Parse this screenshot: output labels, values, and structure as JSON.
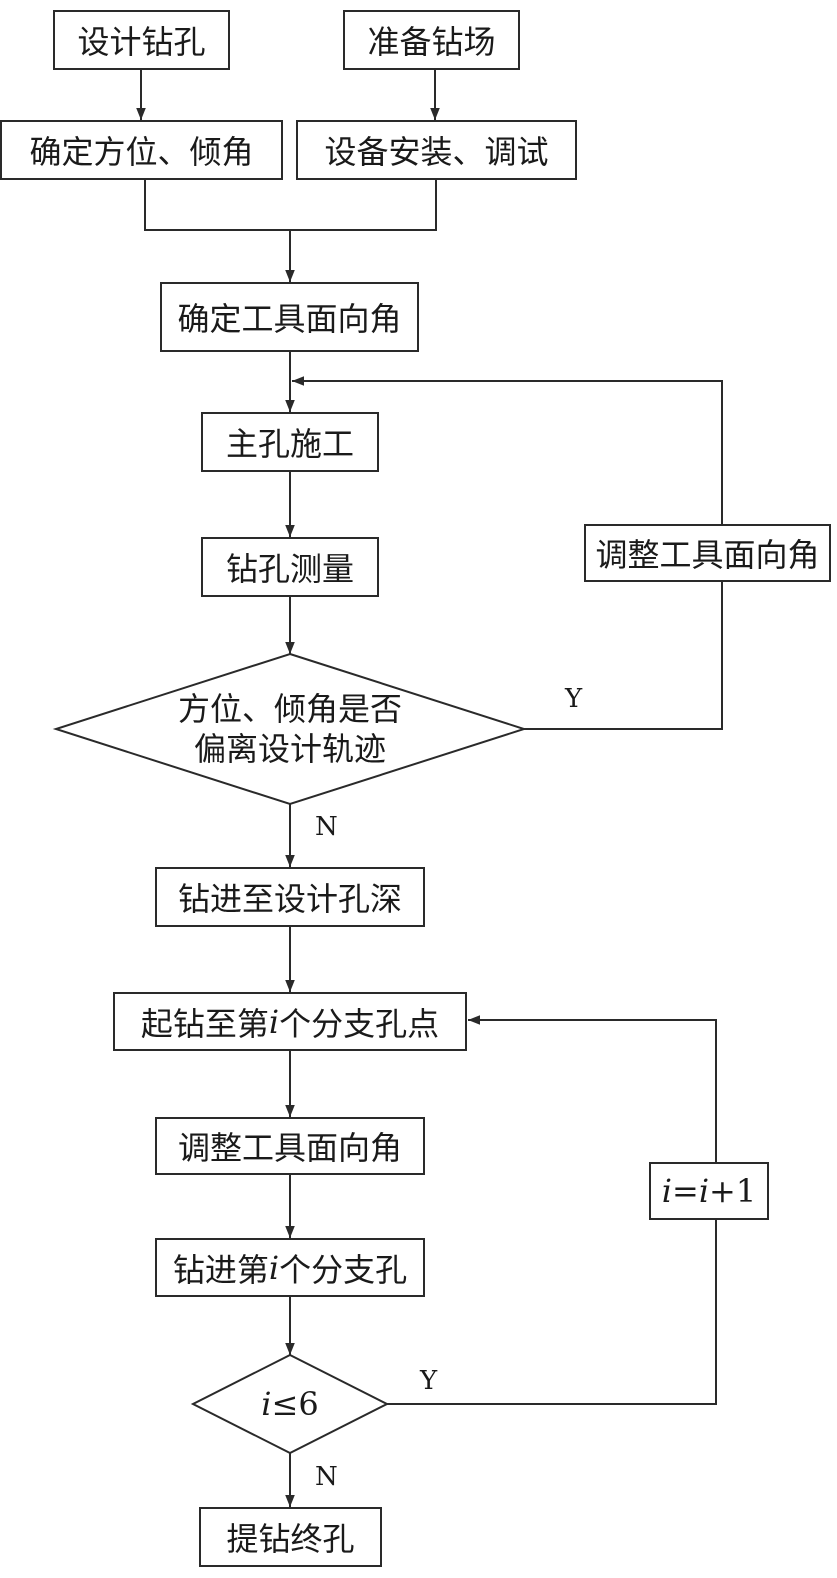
{
  "nodes": {
    "design_hole": "设计钻孔",
    "prepare_site": "准备钻场",
    "fix_azimuth": "确定方位、倾角",
    "install_equipment": "设备安装、调试",
    "fix_toolface": "确定工具面向角",
    "main_hole": "主孔施工",
    "survey": "钻孔测量",
    "decision1_line1": "方位、倾角是否",
    "decision1_line2": "偏离设计轨迹",
    "adjust_toolface_loop": "调整工具面向角",
    "drill_to_depth": "钻进至设计孔深",
    "kickoff_prefix": "起钻至第",
    "kickoff_var": "i",
    "kickoff_suffix": "个分支孔点",
    "adjust_toolface": "调整工具面向角",
    "drill_branch_prefix": "钻进第",
    "drill_branch_var": "i",
    "drill_branch_suffix": "个分支孔",
    "increment_var1": "i",
    "increment_mid": "=",
    "increment_var2": "i",
    "increment_suffix": "+1",
    "decision2_var": "i",
    "decision2_rest": "≤6",
    "finish": "提钻终孔"
  },
  "labels": {
    "yes1": "Y",
    "no1": "N",
    "yes2": "Y",
    "no2": "N"
  }
}
